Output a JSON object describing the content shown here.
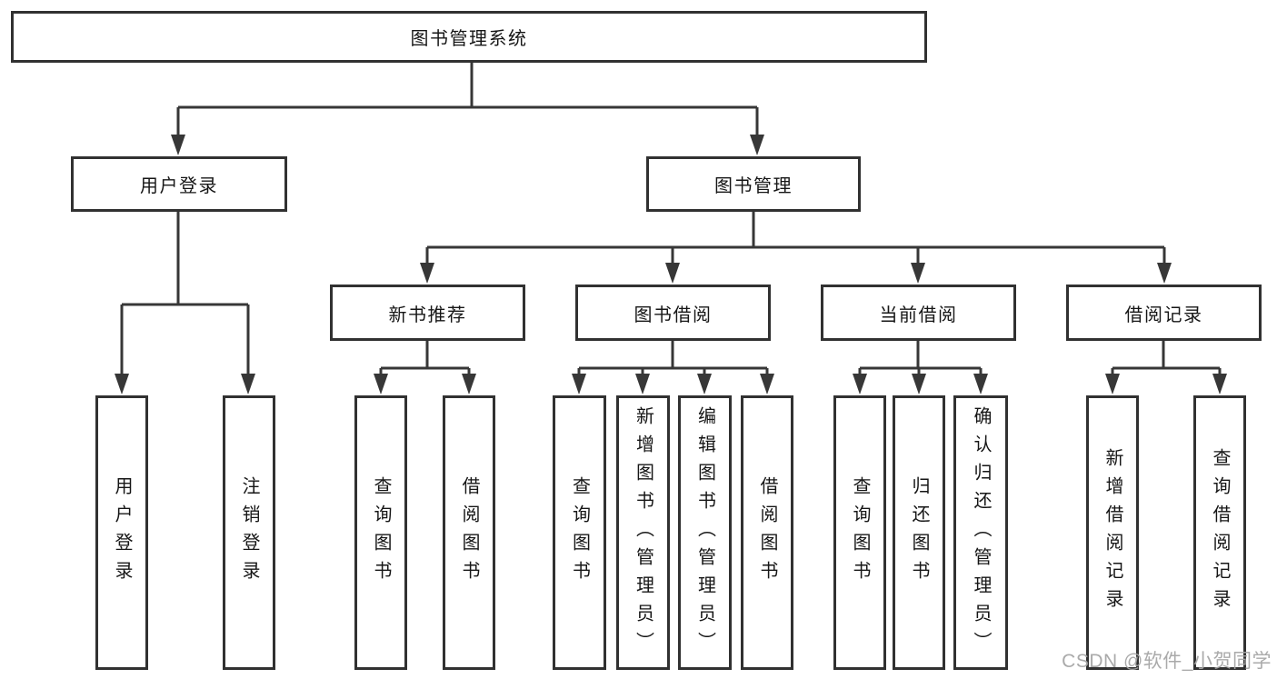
{
  "tree": {
    "root": "图书管理系统",
    "branches": [
      {
        "label": "用户登录",
        "children": [
          {
            "label": "用户登录"
          },
          {
            "label": "注销登录"
          }
        ]
      },
      {
        "label": "图书管理",
        "children": [
          {
            "label": "新书推荐",
            "children": [
              {
                "label": "查询图书"
              },
              {
                "label": "借阅图书"
              }
            ]
          },
          {
            "label": "图书借阅",
            "children": [
              {
                "label": "查询图书"
              },
              {
                "label": "新增图书（管理员）"
              },
              {
                "label": "编辑图书（管理员）"
              },
              {
                "label": "借阅图书"
              }
            ]
          },
          {
            "label": "当前借阅",
            "children": [
              {
                "label": "查询图书"
              },
              {
                "label": "归还图书"
              },
              {
                "label": "确认归还（管理员）"
              }
            ]
          },
          {
            "label": "借阅记录",
            "children": [
              {
                "label": "新增借阅记录"
              },
              {
                "label": "查询借阅记录"
              }
            ]
          }
        ]
      }
    ]
  },
  "watermark": {
    "text": "CSDN @软件_小贺同学"
  },
  "colors": {
    "line": "#373737",
    "box_border": "#313131",
    "text": "#161616",
    "watermark": "#a5a5a5",
    "background": "#ffffff"
  }
}
